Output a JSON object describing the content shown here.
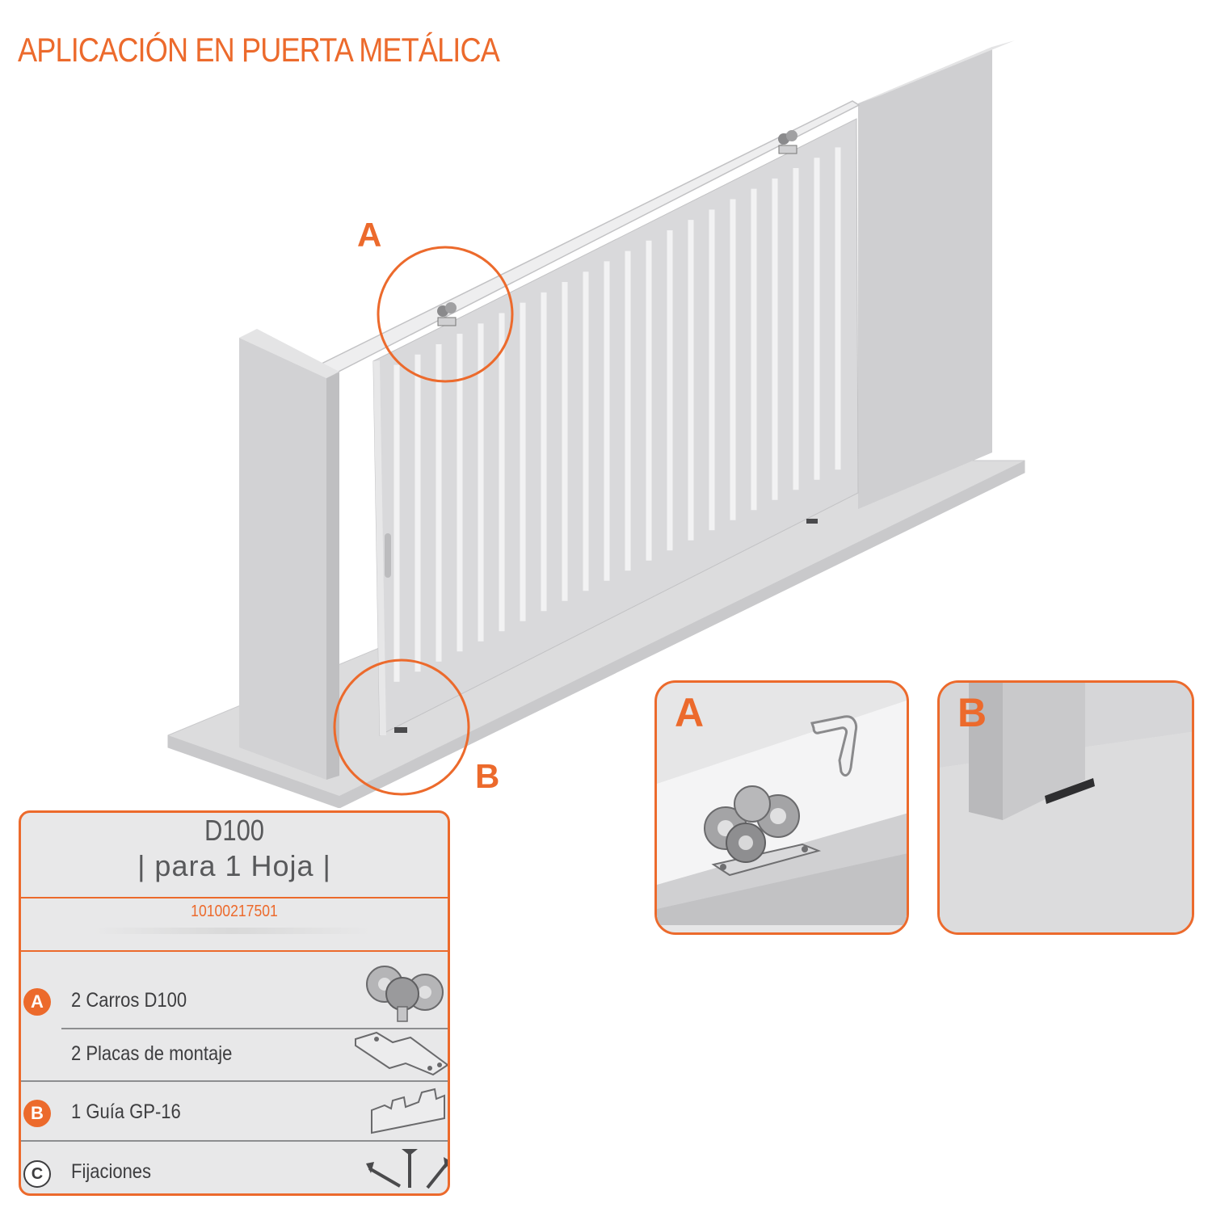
{
  "title": "APLICACIÓN EN PUERTA METÁLICA",
  "callouts": {
    "top": "A",
    "bottom": "B"
  },
  "details": [
    {
      "letter": "A",
      "icon": "trolley-track-detail-icon"
    },
    {
      "letter": "B",
      "icon": "floor-guide-detail-icon"
    }
  ],
  "kit": {
    "model": "D100",
    "subtitle": "| para 1 Hoja |",
    "code": "10100217501",
    "items": [
      {
        "badge": "A",
        "label": "2 Carros D100",
        "icon": "trolley-icon"
      },
      {
        "badge": "",
        "label": "2 Placas de montaje",
        "icon": "mounting-plate-icon"
      },
      {
        "badge": "B",
        "label": "1 Guía GP-16",
        "icon": "floor-guide-icon"
      },
      {
        "badge": "C",
        "label": "Fijaciones",
        "icon": "screws-icon"
      }
    ]
  },
  "colors": {
    "accent": "#ec6a2c",
    "panel": "#e8e8e9",
    "gate": "#d9d9db",
    "text": "#3d3d3f"
  }
}
